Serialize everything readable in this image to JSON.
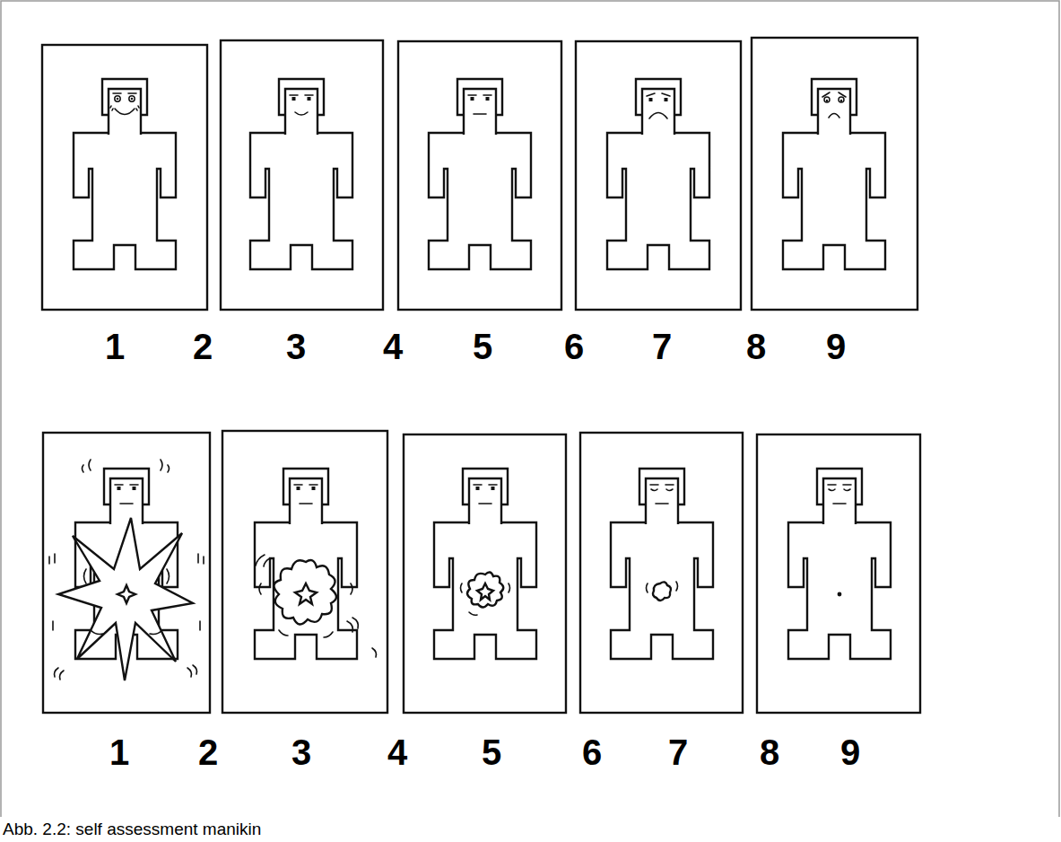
{
  "diagram": {
    "caption": "Abb. 2.2: self assessment manikin",
    "labels": [
      "1",
      "2",
      "3",
      "4",
      "5",
      "6",
      "7",
      "8",
      "9",
      "1",
      "2",
      "3",
      "4",
      "5",
      "6",
      "7",
      "8",
      "9"
    ]
  }
}
